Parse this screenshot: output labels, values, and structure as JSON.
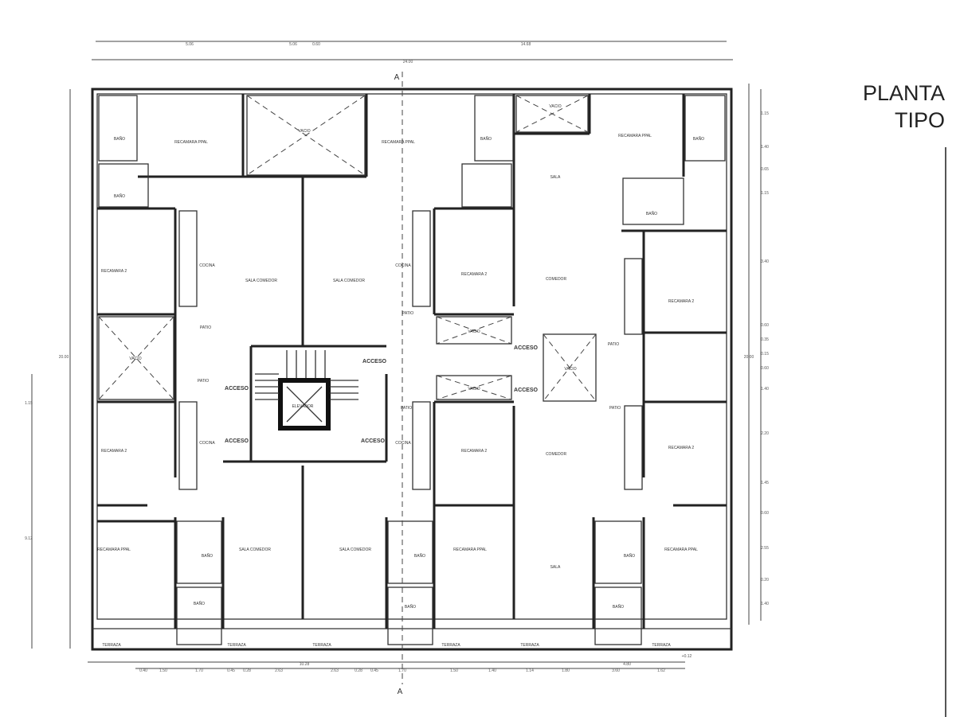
{
  "title": {
    "line1": "PLANTA",
    "line2": "TIPO"
  },
  "rooms": {
    "recamara_ppal": "RECAMARA PPAL",
    "recamara_2": "RECAMARA 2",
    "bano": "BAÑO",
    "vacio": "VACIO",
    "cocina": "COCINA",
    "sala_comedor": "SALA COMEDOR",
    "sala": "SALA",
    "comedor": "COMEDOR",
    "patio": "PATIO",
    "terraza": "TERRAZA",
    "acceso": "ACCESO",
    "elevador": "ELEVADOR"
  },
  "section_marker": "A",
  "dimensions": {
    "top_partials": [
      "5.06",
      "5.06",
      "0.60",
      "14.68"
    ],
    "top_total": "24.00",
    "left_total": "20.00",
    "left_partials": [
      "1.15",
      "9.12"
    ],
    "right_total": "20.00",
    "right_partials": [
      "1.15",
      "1.40",
      "0.65",
      "1.15",
      "3.40",
      "0.60",
      "0.35",
      "0.15",
      "0.60",
      "1.40",
      "2.20",
      "1.45",
      "0.60",
      "2.55",
      "0.20",
      "1.40"
    ],
    "bottom_partials": [
      "0.40",
      "1.50",
      "1.70",
      "0.45",
      "0.28",
      "2.63",
      "2.63",
      "0.28",
      "0.45",
      "1.70",
      "1.50",
      "1.40",
      "1.14",
      "1.80",
      "3.60",
      "1.62"
    ],
    "bottom_groups": [
      "10.28",
      "4.80"
    ],
    "level": "+0.12"
  }
}
